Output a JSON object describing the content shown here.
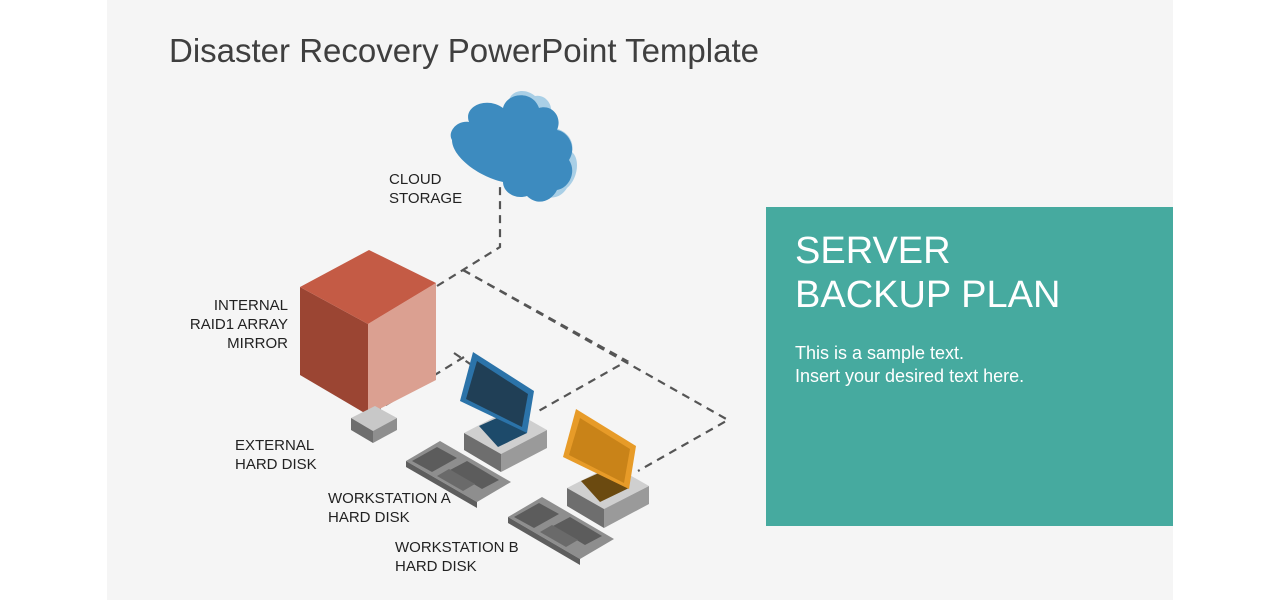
{
  "slide": {
    "title": "Disaster Recovery PowerPoint Template"
  },
  "labels": {
    "cloud": [
      "CLOUD",
      "STORAGE"
    ],
    "raid": [
      "INTERNAL",
      "RAID1 ARRAY",
      "MIRROR"
    ],
    "external": [
      "EXTERNAL",
      "HARD DISK"
    ],
    "workstation_a": [
      "WORKSTATION A",
      "HARD DISK"
    ],
    "workstation_b": [
      "WORKSTATION B",
      "HARD DISK"
    ]
  },
  "panel": {
    "heading": [
      "SERVER",
      "BACKUP PLAN"
    ],
    "text": [
      "This is a sample text.",
      "Insert your desired text here."
    ]
  },
  "icons": {
    "cloud": "cloud-icon",
    "server": "server-icon",
    "external_disk": "external-disk-icon",
    "workstation_a": "workstation-icon",
    "workstation_b": "workstation-icon"
  },
  "colors": {
    "panel": "#46aa9f",
    "cloud_dark": "#3d8bbf",
    "cloud_light": "#a9cfe6",
    "server_front": "#dba091",
    "server_side": "#9b4533",
    "server_top": "#c45b45",
    "monitor_a": "#2b73a9",
    "monitor_b": "#e79b28",
    "device_gray": "#8e8e8e",
    "dash": "#555555"
  }
}
